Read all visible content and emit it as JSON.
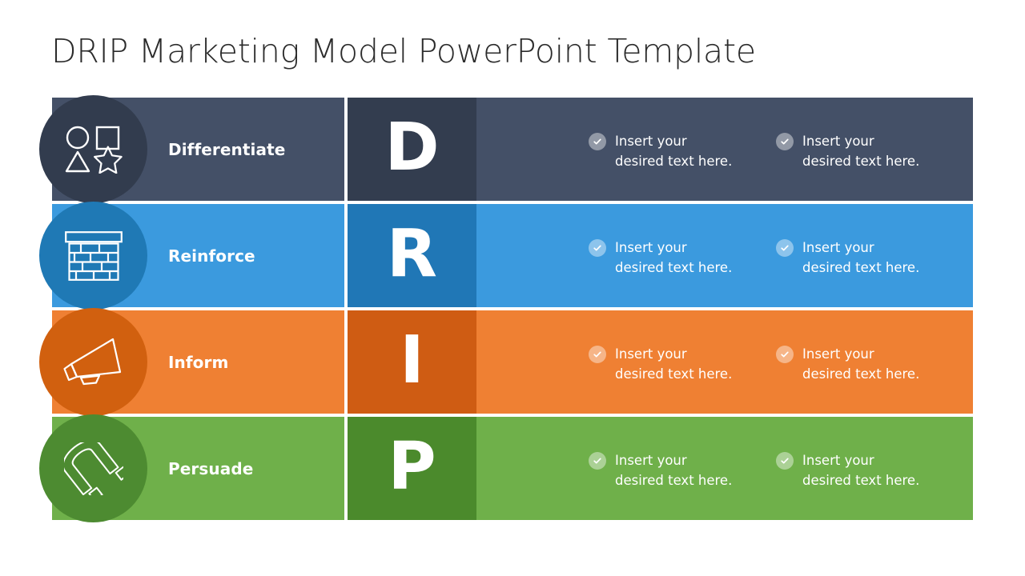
{
  "slide": {
    "title": "DRIP Marketing Model PowerPoint Template",
    "background": "#ffffff",
    "title_color": "#2b2b2b"
  },
  "bullet_default": {
    "line1": "Insert your",
    "line2": "desired text here.",
    "icon": "check-circle-icon"
  },
  "rows": [
    {
      "key": "differentiate",
      "letter": "D",
      "label": "Differentiate",
      "icon": "shapes-icon",
      "band_color": "#445067",
      "letter_block_color": "#333d4f",
      "circle_color": "#323c4e",
      "bullets": [
        {
          "line1": "Insert your",
          "line2": "desired text here."
        },
        {
          "line1": "Insert your",
          "line2": "desired text here."
        }
      ]
    },
    {
      "key": "reinforce",
      "letter": "R",
      "label": "Reinforce",
      "icon": "brick-wall-icon",
      "band_color": "#3b9ade",
      "letter_block_color": "#2077b6",
      "circle_color": "#1f79b5",
      "bullets": [
        {
          "line1": "Insert your",
          "line2": "desired text here."
        },
        {
          "line1": "Insert your",
          "line2": "desired text here."
        }
      ]
    },
    {
      "key": "inform",
      "letter": "I",
      "label": "Inform",
      "icon": "megaphone-icon",
      "band_color": "#ef8033",
      "letter_block_color": "#cf5c13",
      "circle_color": "#d1600f",
      "bullets": [
        {
          "line1": "Insert your",
          "line2": "desired text here."
        },
        {
          "line1": "Insert your",
          "line2": "desired text here."
        }
      ]
    },
    {
      "key": "persuade",
      "letter": "P",
      "label": "Persuade",
      "icon": "magnet-icon",
      "band_color": "#6fb04a",
      "letter_block_color": "#4b8a2c",
      "circle_color": "#4d8b31",
      "bullets": [
        {
          "line1": "Insert your",
          "line2": "desired text here."
        },
        {
          "line1": "Insert your",
          "line2": "desired text here."
        }
      ]
    }
  ]
}
